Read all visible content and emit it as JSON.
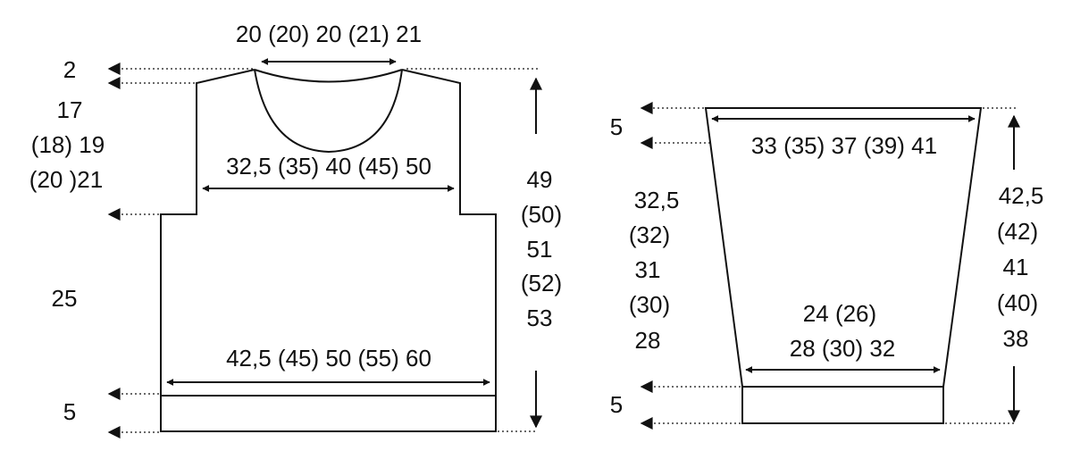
{
  "colors": {
    "line": "#111111",
    "background": "#ffffff"
  },
  "body_piece": {
    "neck_width": "20 (20) 20 (21) 21",
    "shoulder_drop": "2",
    "armhole_height": [
      "17",
      "(18) 19",
      "(20 )21"
    ],
    "chest_width": "32,5 (35) 40 (45) 50",
    "side_length": "25",
    "total_length": [
      "49",
      "(50)",
      "51",
      "(52)",
      "53"
    ],
    "hem_width": "42,5 (45) 50 (55) 60",
    "rib_height": "5"
  },
  "sleeve_piece": {
    "top_band": "5",
    "top_width": "33 (35) 37 (39) 41",
    "taper_length": [
      "32,5",
      "(32)",
      "31",
      "(30)",
      "28"
    ],
    "total_length": [
      "42,5",
      "(42)",
      "41",
      "(40)",
      "38"
    ],
    "cuff_width": [
      "24 (26)",
      "28 (30) 32"
    ],
    "cuff_height": "5"
  }
}
